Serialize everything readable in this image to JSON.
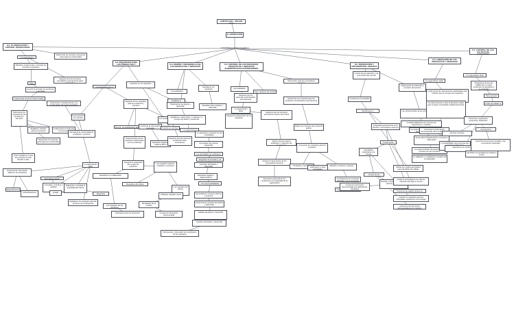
{
  "nodes": [
    {
      "id": "title",
      "text": "CARTAS ISO - 900 900 2022",
      "kind": "root"
    },
    {
      "id": "root",
      "text": "9. OPERACIÓN",
      "kind": "root"
    },
    {
      "id": "c_root",
      "text": "CONSIDERACIONES/ PLANIFICA",
      "kind": "conn"
    },
    {
      "id": "h1",
      "text": "8.1. PLANIFICACIÓN Y CONTROL OPERACIONAL",
      "kind": "hdr"
    },
    {
      "id": "h2",
      "text": "8.2. REQUISITOS PARA LOS PRODUCTOS Y SERVICIOS",
      "kind": "hdr"
    },
    {
      "id": "h3",
      "text": "8.3. DISEÑO Y DESARROLLO DE LOS PRODUCTOS Y SERVICIOS",
      "kind": "hdr"
    },
    {
      "id": "h4",
      "text": "8.4. CONTROL DE LOS PROCESOS, PRODUCTOS Y SERVICIOS SUMINISTRADOS EXTERNAMENTE",
      "kind": "hdr"
    },
    {
      "id": "h5",
      "text": "8.5. PRODUCCIÓN Y PROVISIÓN DEL SERVICIO",
      "kind": "hdr"
    },
    {
      "id": "h6",
      "text": "8.6. LIBERACIÓN DE LOS PRODUCTOS Y SERVICIOS",
      "kind": "hdr"
    },
    {
      "id": "h7",
      "text": "8.7. CONTROL DE LAS SALIDAS NO CONFORMES",
      "kind": "hdr"
    },
    {
      "id": "a1",
      "text": "Determinar los recursos necesarios para lograr la conformidad"
    },
    {
      "id": "a2",
      "text": "La organización debe"
    },
    {
      "id": "a3",
      "text": "Planificar, implementar y controlar los procesos necesarios"
    },
    {
      "id": "a4",
      "text": "Asegurar que los procesos contratados externamente estén controlados"
    },
    {
      "id": "a5",
      "text": "Para"
    },
    {
      "id": "a6",
      "text": "Cumplir la provisión de productos y servicios"
    },
    {
      "id": "a7",
      "text": "Implementar acciones determinadas"
    },
    {
      "id": "a8",
      "text": "Determinar los requisitos de los productos y servicios"
    },
    {
      "id": "a9",
      "text": "Determinar el mantenimiento y la conservación de la documentación"
    },
    {
      "id": "a10",
      "text": "Establecer criterios para los procesos"
    },
    {
      "id": "a11",
      "text": "Implementar el control de los procesos"
    },
    {
      "id": "a12",
      "text": "Determinar los recursos para lograr la conformidad"
    },
    {
      "id": "a13",
      "text": "Tener confianza en que los procesos se han llevado a cabo"
    },
    {
      "id": "a14",
      "text": "Demostrar la conformidad de productos y servicios"
    },
    {
      "id": "b1",
      "text": "Cambios en los requisitos"
    },
    {
      "id": "b2",
      "text": "Comunicación con el cliente"
    },
    {
      "id": "b3",
      "text": "Comunicación con clientes"
    },
    {
      "id": "b4",
      "text": "Revisión de los requisitos para los productos y servicios"
    },
    {
      "id": "b5",
      "text": "Determinación de los requisitos relacionados con los productos"
    },
    {
      "id": "b6",
      "text": "8.2.3.1. La organización debe"
    },
    {
      "id": "b7",
      "text": "Confirmar la información necesaria"
    },
    {
      "id": "b8",
      "text": "Asegurar la capacidad de cumplir los requisitos"
    },
    {
      "id": "b9",
      "text": "Los requisitos para los productos y servicios"
    },
    {
      "id": "b10",
      "text": "Requisitos legales y reglamentarios"
    },
    {
      "id": "b11",
      "text": "Los requisitos del cliente"
    },
    {
      "id": "b12",
      "text": "La organización debe"
    },
    {
      "id": "b13",
      "text": "Proporcionar información relativa a los productos"
    },
    {
      "id": "b14",
      "text": "Retroalimentación"
    },
    {
      "id": "b15",
      "text": "Consultas, contratos o pedidos"
    },
    {
      "id": "b16",
      "text": "Manipular o controlar la propiedad del cliente"
    },
    {
      "id": "b17",
      "text": "Establecer los requisitos para las acciones de contingencia"
    },
    {
      "id": "b18",
      "text": "Requisitos legales"
    },
    {
      "id": "b19",
      "text": "Quejas"
    },
    {
      "id": "b20",
      "text": "Consideraciones"
    },
    {
      "id": "b21",
      "text": "Especificaciones"
    },
    {
      "id": "b22",
      "text": "Requisitos no establecidos"
    },
    {
      "id": "b23",
      "text": "Los requisitos de los productos"
    },
    {
      "id": "b24",
      "text": "Requisitos para los productos"
    },
    {
      "id": "b25",
      "text": "Requisitos del cliente"
    },
    {
      "id": "b26",
      "text": "Resultados de la revisión"
    },
    {
      "id": "b27",
      "text": "Cualquier requisito nuevo"
    },
    {
      "id": "b28",
      "text": "Conservar información documentada"
    },
    {
      "id": "b29",
      "text": "Los resultados de la revisión"
    },
    {
      "id": "b30",
      "text": "Asegurar que las personas pertinentes sean conscientes"
    },
    {
      "id": "b31",
      "text": "Cuando se cambien los requisitos"
    },
    {
      "id": "b32",
      "text": "Modificar la información documentada pertinente"
    },
    {
      "id": "d1",
      "text": "Establecer los requisitos"
    },
    {
      "id": "d2",
      "text": "Generalidades"
    },
    {
      "id": "d3",
      "text": "Planificación del diseño y desarrollo"
    },
    {
      "id": "d4",
      "text": "Entradas para el diseño y desarrollo"
    },
    {
      "id": "d5",
      "text": "Establecer, implementar y mantener un proceso de diseño y desarrollo"
    },
    {
      "id": "d6",
      "text": "La organización debe considerar"
    },
    {
      "id": "d7",
      "text": "La naturaleza y duración de las actividades"
    },
    {
      "id": "d8",
      "text": "Las etapas del proceso requeridas"
    },
    {
      "id": "d9",
      "text": "Las actividades de verificación y validación"
    },
    {
      "id": "d10",
      "text": "Requisitos funcionales y de desempeño"
    },
    {
      "id": "d11",
      "text": "Controles del diseño y desarrollo"
    },
    {
      "id": "d12",
      "text": "Requisitos legales y reglamentarios"
    },
    {
      "id": "d13",
      "text": "Las responsabilidades"
    },
    {
      "id": "d14",
      "text": "Necesidad de recursos internos y externos"
    },
    {
      "id": "d15",
      "text": "Control de los cambios del diseño y desarrollo"
    },
    {
      "id": "d16",
      "text": "Salidas del diseño y desarrollo"
    },
    {
      "id": "d17",
      "text": "Cambios del diseño y desarrollo"
    },
    {
      "id": "d18",
      "text": "Documentar y demostrar el cumplimiento de los requisitos"
    },
    {
      "id": "e1",
      "text": "Información para los proveedores externos"
    },
    {
      "id": "e2",
      "text": "Tipo y alcance del control"
    },
    {
      "id": "e3",
      "text": "Generalidades"
    },
    {
      "id": "e4",
      "text": "Asegurar que los procesos suministrados externamente"
    },
    {
      "id": "e5",
      "text": "La organización debe"
    },
    {
      "id": "e6",
      "text": "Determinar los controles para los productos suministrados externamente"
    },
    {
      "id": "e7",
      "text": "Asegurar que los procesos permanecen dentro del control"
    },
    {
      "id": "e8",
      "text": "Definir los controles que pretende aplicar"
    },
    {
      "id": "e9",
      "text": "Asegurar la adecuación de los requisitos"
    },
    {
      "id": "e10",
      "text": "Aplicar criterios para la evaluación y selección de proveedores"
    },
    {
      "id": "e11",
      "text": "Comunicar los requisitos para los procesos"
    },
    {
      "id": "e12",
      "text": "Evaluar el desempeño de los proveedores externos"
    },
    {
      "id": "e13",
      "text": "Productos y servicios"
    },
    {
      "id": "e14",
      "text": "Métodos, procesos y equipos"
    },
    {
      "id": "e15",
      "text": "El impacto potencial de los productos en la capacidad de la organización"
    },
    {
      "id": "e16",
      "text": "La eficacia de los controles aplicados por el proveedor"
    },
    {
      "id": "e17",
      "text": "Verificación u otras actividades"
    },
    {
      "id": "e18",
      "text": "Control de los procesos por el proveedor"
    },
    {
      "id": "f1",
      "text": "Control de la producción y de la provisión del servicio"
    },
    {
      "id": "f2",
      "text": "Implementar la producción y provisión del servicio"
    },
    {
      "id": "f3",
      "text": "Condiciones controladas"
    },
    {
      "id": "f4",
      "text": "Identificación y trazabilidad"
    },
    {
      "id": "f5",
      "text": "Propiedad perteneciente a los clientes o proveedores externos"
    },
    {
      "id": "f6",
      "text": "Preservación"
    },
    {
      "id": "f7",
      "text": "Actividades posteriores a la entrega"
    },
    {
      "id": "f8",
      "text": "Control de los cambios"
    },
    {
      "id": "f9",
      "text": "Revisar y controlar los cambios para la producción"
    },
    {
      "id": "f10",
      "text": "Conservar información documentada que describa los resultados"
    },
    {
      "id": "f11",
      "text": "Las características de los productos a producir"
    },
    {
      "id": "f12",
      "text": "La disponibilidad de los recursos de seguimiento y medición"
    },
    {
      "id": "f13",
      "text": "La implementación de actividades de seguimiento y medición"
    },
    {
      "id": "f14",
      "text": "El uso de la infraestructura y el entorno adecuados"
    },
    {
      "id": "f15",
      "text": "La implementación de acciones para prevenir errores humanos"
    },
    {
      "id": "f16",
      "text": "La validación y revalidación periódica de la capacidad"
    },
    {
      "id": "f17",
      "text": "Utilizar los medios apropiados para identificar las salidas"
    },
    {
      "id": "f18",
      "text": "Cuidar la propiedad de los clientes mientras esté bajo el control"
    },
    {
      "id": "f19",
      "text": "Preservar las salidas durante la producción"
    },
    {
      "id": "f20",
      "text": "Cumplir los requisitos para las actividades posteriores a la entrega"
    },
    {
      "id": "f21",
      "text": "Conservar la información documentada de los cambios"
    },
    {
      "id": "g1",
      "text": "La organización debe"
    },
    {
      "id": "g2",
      "text": "Implementar las disposiciones planificadas para verificar que se cumplen los requisitos"
    },
    {
      "id": "g3",
      "text": "No debe llevarse a cabo la liberación hasta que se hayan completado satisfactoriamente"
    },
    {
      "id": "g4",
      "text": "Conservar la información documentada sobre la liberación"
    },
    {
      "id": "g5",
      "text": "La trazabilidad a las personas que autorizan la liberación"
    },
    {
      "id": "k1",
      "text": "La organización debe"
    },
    {
      "id": "k2",
      "text": "Asegurarse de que las salidas que no sean conformes se identifican y se controlan"
    },
    {
      "id": "k3",
      "text": "Para prevenir"
    },
    {
      "id": "k4",
      "text": "Tratar las salidas no conformes"
    },
    {
      "id": "k5",
      "text": "Corrección, separación, contención, devolución"
    },
    {
      "id": "k6",
      "text": "Informar al cliente"
    },
    {
      "id": "k7",
      "text": "Describir la no conformidad"
    },
    {
      "id": "k8",
      "text": "Conservar la información documentada"
    },
    {
      "id": "k9",
      "text": "Describir las acciones tomadas y las concesiones obtenidas"
    },
    {
      "id": "k10",
      "text": "Identificar la autoridad que decide la acción"
    }
  ]
}
